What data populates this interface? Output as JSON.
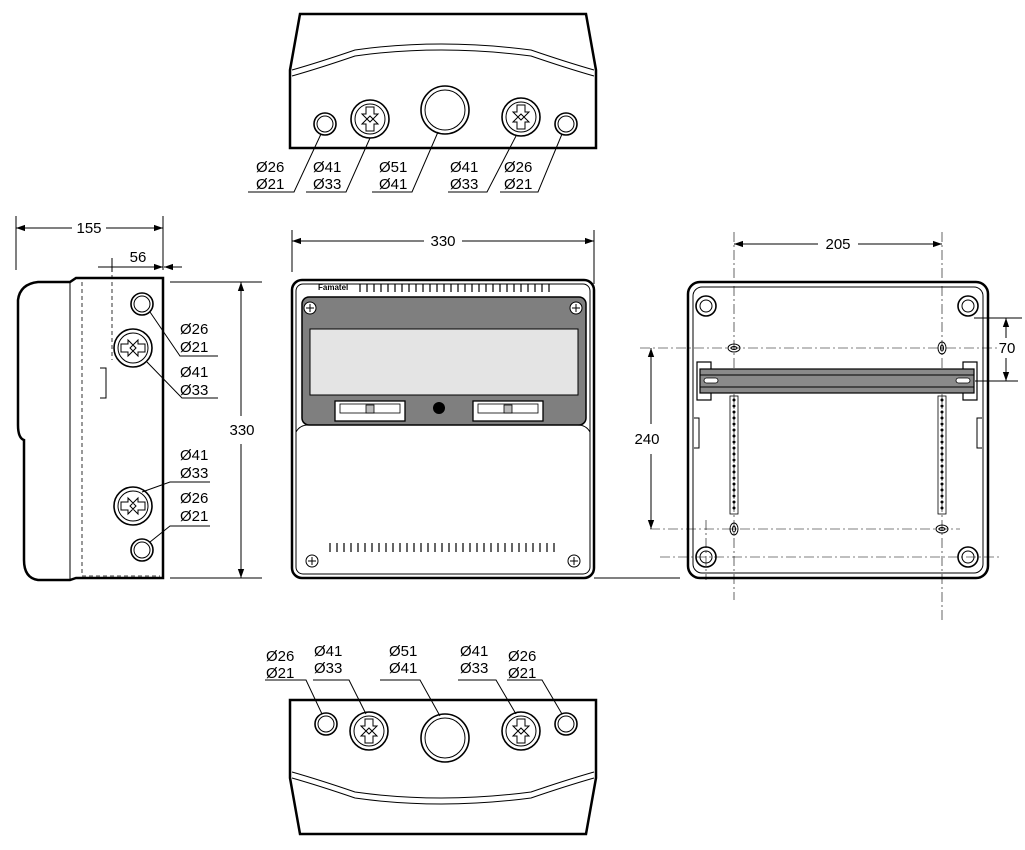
{
  "brand": "Famatel",
  "colors": {
    "line": "#000000",
    "panel_gray": "#7f7f7f",
    "window_gray": "#e4e4e4",
    "rail_gray": "#8a8a8a",
    "background": "#ffffff"
  },
  "top_view": {
    "labels": [
      {
        "outer": "Ø26",
        "inner": "Ø21"
      },
      {
        "outer": "Ø41",
        "inner": "Ø33"
      },
      {
        "outer": "Ø51",
        "inner": "Ø41"
      },
      {
        "outer": "Ø41",
        "inner": "Ø33"
      },
      {
        "outer": "Ø26",
        "inner": "Ø21"
      }
    ]
  },
  "bottom_view": {
    "labels": [
      {
        "outer": "Ø26",
        "inner": "Ø21"
      },
      {
        "outer": "Ø41",
        "inner": "Ø33"
      },
      {
        "outer": "Ø51",
        "inner": "Ø41"
      },
      {
        "outer": "Ø41",
        "inner": "Ø33"
      },
      {
        "outer": "Ø26",
        "inner": "Ø21"
      }
    ]
  },
  "side_view": {
    "depth": "155",
    "base_depth": "56",
    "height": "330",
    "labels": [
      {
        "outer": "Ø26",
        "inner": "Ø21"
      },
      {
        "outer": "Ø41",
        "inner": "Ø33"
      },
      {
        "outer": "Ø41",
        "inner": "Ø33"
      },
      {
        "outer": "Ø26",
        "inner": "Ø21"
      }
    ]
  },
  "front_view": {
    "width": "330"
  },
  "back_view": {
    "hole_spacing_x": "205",
    "hole_spacing_y": "240",
    "rail_offset": "70"
  }
}
